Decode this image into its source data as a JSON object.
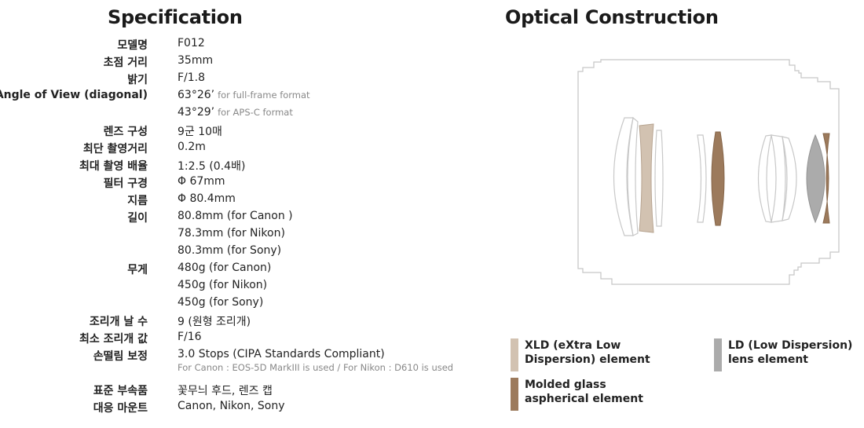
{
  "spec": {
    "title": "Specification",
    "rows": [
      {
        "label": "모델명",
        "value": "F012"
      },
      {
        "label": "초점 거리",
        "value": "35mm"
      },
      {
        "label": "밝기",
        "value": "F/1.8"
      },
      {
        "label": "Angle of View (diagonal)",
        "value": "63°26’",
        "note": "for full-frame format"
      },
      {
        "label": "",
        "value": "43°29’",
        "note": "for APS-C format"
      },
      {
        "label": "렌즈 구성",
        "value": "9군 10매"
      },
      {
        "label": "최단 촬영거리",
        "value": "0.2m"
      },
      {
        "label": "최대 촬영 배율",
        "value": "1:2.5 (0.4배)"
      },
      {
        "label": "필터 구경",
        "value": "Φ 67mm"
      },
      {
        "label": "지름",
        "value": "Φ 80.4mm"
      },
      {
        "label": "길이",
        "value": "80.8mm (for Canon )"
      },
      {
        "label": "",
        "value": "78.3mm (for Nikon)"
      },
      {
        "label": "",
        "value": "80.3mm (for Sony)"
      },
      {
        "label": "무게",
        "value": "480g (for Canon)"
      },
      {
        "label": "",
        "value": "450g (for Nikon)"
      },
      {
        "label": "",
        "value": "450g (for Sony)"
      },
      {
        "label": "조리개 날 수",
        "value": "9 (원형 조리개)"
      },
      {
        "label": "최소 조리개 값",
        "value": "F/16"
      },
      {
        "label": "손떨림 보정",
        "value": "3.0 Stops (CIPA Standards Compliant)",
        "subnote": "For Canon : EOS-5D MarkIII is used / For Nikon : D610 is used"
      },
      {
        "label": "표준 부속품",
        "value": "꽃무늬 후드, 렌즈 캡"
      },
      {
        "label": "대응 마운트",
        "value": "Canon, Nikon, Sony"
      }
    ]
  },
  "optical": {
    "title": "Optical Construction",
    "colors": {
      "xld": "#d2c2b1",
      "molded": "#9c7a5c",
      "ld": "#ababab",
      "outline": "#c8c8c8"
    },
    "legend": {
      "xld_line1": "XLD (eXtra Low",
      "xld_line2": "Dispersion) element",
      "molded_line1": "Molded glass",
      "molded_line2": "aspherical element",
      "ld_line1": "LD (Low Dispersion)",
      "ld_line2": "lens element"
    }
  }
}
